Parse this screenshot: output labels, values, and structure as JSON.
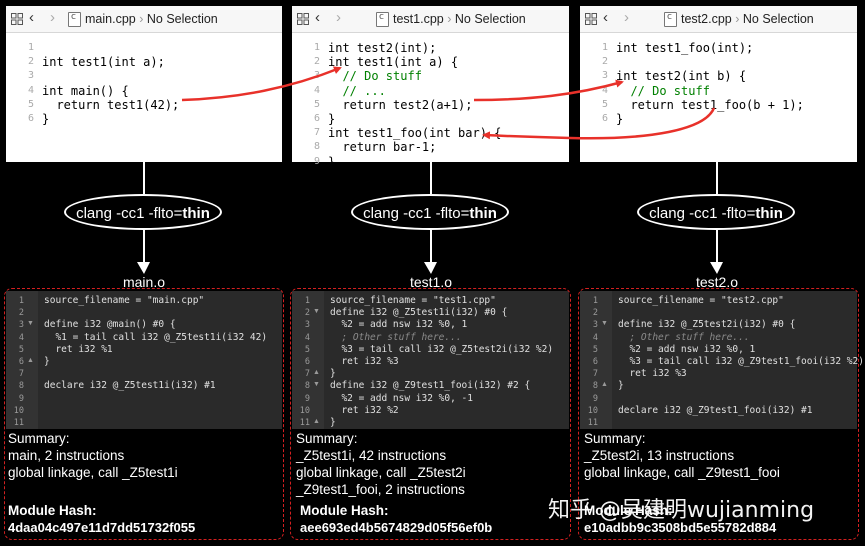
{
  "panes": [
    {
      "file": "main.cpp",
      "selection": "No Selection",
      "lines": [
        {
          "n": "1",
          "text": ""
        },
        {
          "n": "2",
          "text": "int test1(int a);"
        },
        {
          "n": "3",
          "text": ""
        },
        {
          "n": "4",
          "text": "int main() {"
        },
        {
          "n": "5",
          "text": "  return test1(42);"
        },
        {
          "n": "6",
          "text": "}"
        }
      ]
    },
    {
      "file": "test1.cpp",
      "selection": "No Selection",
      "lines": [
        {
          "n": "1",
          "text": "int test2(int);"
        },
        {
          "n": "2",
          "text": "int test1(int a) {"
        },
        {
          "n": "3",
          "text": "  // Do stuff"
        },
        {
          "n": "4",
          "text": "  // ..."
        },
        {
          "n": "5",
          "text": "  return test2(a+1);"
        },
        {
          "n": "6",
          "text": "}"
        },
        {
          "n": "7",
          "text": "int test1_foo(int bar) {"
        },
        {
          "n": "8",
          "text": "  return bar-1;"
        },
        {
          "n": "9",
          "text": "}"
        }
      ]
    },
    {
      "file": "test2.cpp",
      "selection": "No Selection",
      "lines": [
        {
          "n": "1",
          "text": "int test1_foo(int);"
        },
        {
          "n": "2",
          "text": ""
        },
        {
          "n": "3",
          "text": "int test2(int b) {"
        },
        {
          "n": "4",
          "text": "  // Do stuff"
        },
        {
          "n": "5",
          "text": "  return test1_foo(b + 1);"
        },
        {
          "n": "6",
          "text": "}"
        }
      ]
    }
  ],
  "clang": {
    "cmd": "clang -cc1 -flto=",
    "flag": "thin"
  },
  "outputs": [
    {
      "name": "main.o",
      "ir": [
        {
          "n": "1",
          "text": "source_filename = \"main.cpp\""
        },
        {
          "n": "2",
          "text": ""
        },
        {
          "n": "3",
          "text": "define i32 @main() #0 {"
        },
        {
          "n": "4",
          "text": "  %1 = tail call i32 @_Z5test1i(i32 42)"
        },
        {
          "n": "5",
          "text": "  ret i32 %1"
        },
        {
          "n": "6",
          "text": "}"
        },
        {
          "n": "7",
          "text": ""
        },
        {
          "n": "8",
          "text": "declare i32 @_Z5test1i(i32) #1"
        },
        {
          "n": "9",
          "text": ""
        },
        {
          "n": "10",
          "text": ""
        },
        {
          "n": "11",
          "text": ""
        }
      ],
      "summary": [
        "Summary:",
        "main, 2 instructions",
        "global linkage, call _Z5test1i"
      ],
      "hash_title": "Module Hash:",
      "hash": "4daa04c497e11d7dd51732f055"
    },
    {
      "name": "test1.o",
      "ir": [
        {
          "n": "1",
          "text": "source_filename = \"test1.cpp\""
        },
        {
          "n": "2",
          "text": "define i32 @_Z5test1i(i32) #0 {"
        },
        {
          "n": "3",
          "text": "  %2 = add nsw i32 %0, 1"
        },
        {
          "n": "4",
          "text": "  ; Other stuff here..."
        },
        {
          "n": "5",
          "text": "  %3 = tail call i32 @_Z5test2i(i32 %2)"
        },
        {
          "n": "6",
          "text": "  ret i32 %3"
        },
        {
          "n": "7",
          "text": "}"
        },
        {
          "n": "8",
          "text": "define i32 @_Z9test1_fooi(i32) #2 {"
        },
        {
          "n": "9",
          "text": "  %2 = add nsw i32 %0, -1"
        },
        {
          "n": "10",
          "text": "  ret i32 %2"
        },
        {
          "n": "11",
          "text": "}"
        }
      ],
      "summary": [
        "Summary:",
        "_Z5test1i, 42 instructions",
        "global linkage, call _Z5test2i",
        "_Z9test1_fooi, 2 instructions"
      ],
      "hash_title": "Module Hash:",
      "hash": "aee693ed4b5674829d05f56ef0b"
    },
    {
      "name": "test2.o",
      "ir": [
        {
          "n": "1",
          "text": "source_filename = \"test2.cpp\""
        },
        {
          "n": "2",
          "text": ""
        },
        {
          "n": "3",
          "text": "define i32 @_Z5test2i(i32) #0 {"
        },
        {
          "n": "4",
          "text": "  ; Other stuff here..."
        },
        {
          "n": "5",
          "text": "  %2 = add nsw i32 %0, 1"
        },
        {
          "n": "6",
          "text": "  %3 = tail call i32 @_Z9test1_fooi(i32 %2)"
        },
        {
          "n": "7",
          "text": "  ret i32 %3"
        },
        {
          "n": "8",
          "text": "}"
        },
        {
          "n": "9",
          "text": ""
        },
        {
          "n": "10",
          "text": "declare i32 @_Z9test1_fooi(i32) #1"
        },
        {
          "n": "11",
          "text": ""
        }
      ],
      "summary": [
        "Summary:",
        "_Z5test2i, 13 instructions",
        "global linkage, call _Z9test1_fooi"
      ],
      "hash_title": "Module Hash:",
      "hash": "e10adbb9c3508bd5e55782d884"
    }
  ],
  "watermark": "知乎 @吴建明wujianming",
  "colors": {
    "arrow": "#e8312a",
    "dashed_border": "#d32020",
    "comment": "#008000",
    "keyword": "#1e3ca8"
  }
}
